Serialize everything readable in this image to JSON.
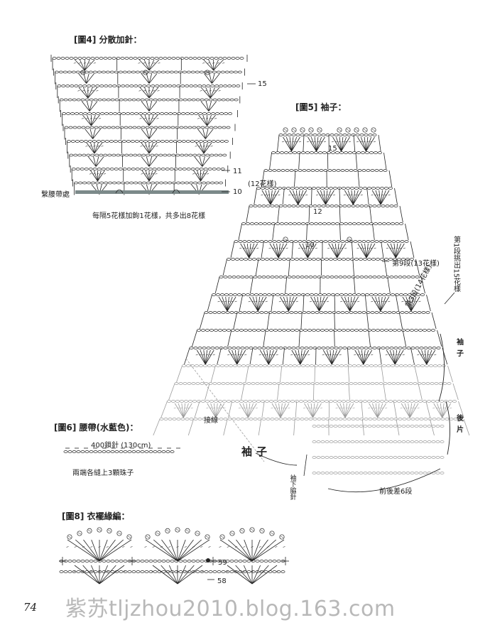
{
  "fig4": {
    "title": "[圖4] 分散加針：",
    "row15": "15",
    "row11": "11",
    "row10": "10",
    "waist_label": "繫腰帶處",
    "note": "每隔5花樣加鉤1花樣，共多出8花樣"
  },
  "fig5": {
    "title": "[圖5] 袖子：",
    "count12": "(12花樣)",
    "row15": "15",
    "row12": "12",
    "row10": "10",
    "row9": "第9段(13花樣)",
    "row3": "第3段(14花樣)",
    "first_row": "第1段挑出15花樣",
    "sleeve_right": "袖子",
    "back_piece": "後片",
    "join": "接線",
    "sleeve_left": "袖子",
    "underarm": "袖下脇針",
    "front_back": "前後差6段"
  },
  "fig6": {
    "title": "[圖6] 腰帶(水藍色)：",
    "chain": "400鎖針 (130cm)",
    "note": "兩端各縫上3顆珠子"
  },
  "fig8": {
    "title": "[圖8] 衣襬緣編：",
    "row59": "59",
    "row58": "58"
  },
  "page_number": "74",
  "watermark": "紫苏tljzhou2010.blog.163.com",
  "colors": {
    "ink": "#222222",
    "pale_ink": "#9a9a9a",
    "waist_band": "#7c8a8a",
    "watermark": "#b8b8b8"
  }
}
